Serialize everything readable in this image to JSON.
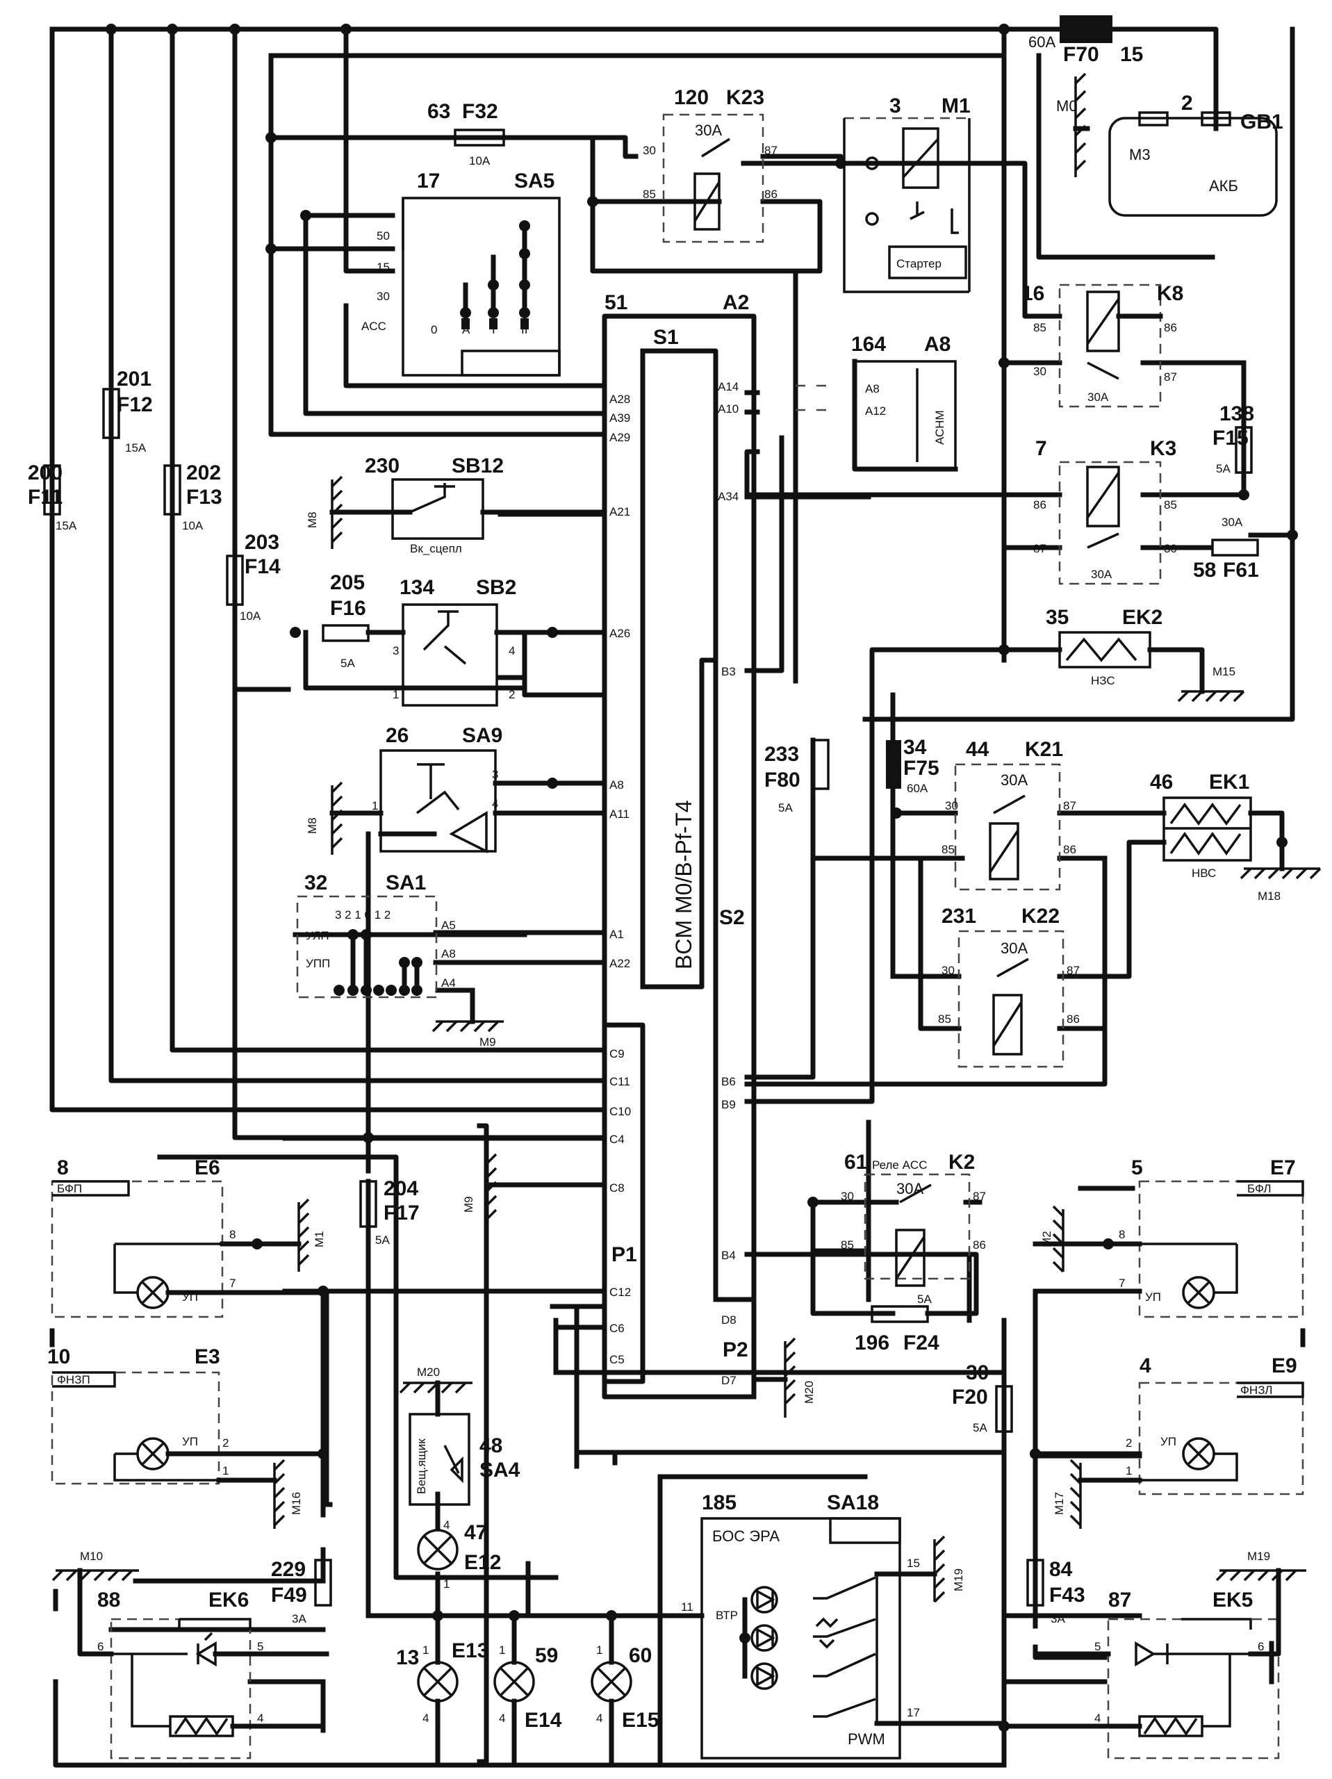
{
  "components": {
    "F70": {
      "num": "15",
      "ref": "F70",
      "rating": "60A"
    },
    "GB1": {
      "num": "2",
      "ref": "GB1",
      "text": "АКБ",
      "m3": "M3",
      "m0": "M0"
    },
    "K23": {
      "num": "120",
      "ref": "K23",
      "rating": "30A",
      "p30": "30",
      "p87": "87",
      "p85": "85",
      "p86": "86"
    },
    "M1": {
      "num": "3",
      "ref": "M1",
      "text": "Стартер"
    },
    "F32": {
      "num": "63",
      "ref": "F32",
      "rating": "10A"
    },
    "SA5": {
      "num": "17",
      "ref": "SA5",
      "p50": "50",
      "p15": "15",
      "p30": "30",
      "acc": "ACC",
      "pos0": "0",
      "posA": "A",
      "posI": "I",
      "posII": "II"
    },
    "A2": {
      "num": "51",
      "ref": "A2",
      "s1": "S1",
      "s2": "S2",
      "p1": "P1",
      "p2": "P2",
      "title": "BCM M0/B-Pf-T4"
    },
    "A8": {
      "num": "164",
      "ref": "A8",
      "text": "АСНМ",
      "pA8": "A8",
      "pA12": "A12"
    },
    "K8": {
      "num": "16",
      "ref": "K8",
      "rating": "30A",
      "p85": "85",
      "p86": "86",
      "p30": "30",
      "p87": "87"
    },
    "F15": {
      "num": "138",
      "ref": "F15",
      "rating": "5A"
    },
    "K3": {
      "num": "7",
      "ref": "K3",
      "rating": "30A",
      "p86": "86",
      "p85": "85",
      "p87": "87",
      "p30": "30"
    },
    "F61": {
      "num": "58",
      "ref": "F61",
      "rating": "30A"
    },
    "EK2": {
      "num": "35",
      "ref": "EK2",
      "text": "НЗС",
      "gnd": "M15"
    },
    "F11": {
      "num": "200",
      "ref": "F11",
      "rating": "15A"
    },
    "F12": {
      "num": "201",
      "ref": "F12",
      "rating": "15A"
    },
    "F13": {
      "num": "202",
      "ref": "F13",
      "rating": "10A"
    },
    "F14": {
      "num": "203",
      "ref": "F14",
      "rating": "10A"
    },
    "SB12": {
      "num": "230",
      "ref": "SB12",
      "text": "Вк_сцепл",
      "gnd": "M8"
    },
    "F16": {
      "num": "205",
      "ref": "F16",
      "rating": "5A"
    },
    "SB2": {
      "num": "134",
      "ref": "SB2",
      "p1": "1",
      "p2": "2",
      "p3": "3",
      "p4": "4"
    },
    "SA9": {
      "num": "26",
      "ref": "SA9",
      "p1": "1",
      "p3": "3",
      "p4": "4",
      "gnd": "M8"
    },
    "SA1": {
      "num": "32",
      "ref": "SA1",
      "scale": "3 2 1 0 1 2",
      "ulp": "УЛП",
      "upp": "УПП",
      "gnd": "M9",
      "a5": "A5",
      "a8": "A8",
      "a4": "A4"
    },
    "F80": {
      "num": "233",
      "ref": "F80",
      "rating": "5A"
    },
    "F75": {
      "num": "34",
      "ref": "F75",
      "rating": "60A"
    },
    "K21": {
      "num": "44",
      "ref": "K21",
      "rating": "30A",
      "p30": "30",
      "p87": "87",
      "p85": "85",
      "p86": "86"
    },
    "EK1": {
      "num": "46",
      "ref": "EK1",
      "text": "НВС",
      "gnd": "M18"
    },
    "K22": {
      "num": "231",
      "ref": "K22",
      "rating": "30A",
      "p30": "30",
      "p87": "87",
      "p85": "85",
      "p86": "86"
    },
    "K2": {
      "num": "61",
      "ref": "K2",
      "text": "Реле ACC",
      "rating": "30A",
      "p30": "30",
      "p87": "87",
      "p85": "85",
      "p86": "86"
    },
    "F24": {
      "num": "196",
      "ref": "F24",
      "rating": "5A"
    },
    "F17": {
      "num": "204",
      "ref": "F17",
      "rating": "5A"
    },
    "E6": {
      "num": "8",
      "ref": "E6",
      "text": "БФП",
      "up": "УП",
      "p8": "8",
      "p7": "7",
      "gnd": "M1"
    },
    "E7": {
      "num": "5",
      "ref": "E7",
      "text": "БФЛ",
      "up": "УП",
      "p8": "8",
      "p7": "7",
      "gnd": "M2"
    },
    "E3": {
      "num": "10",
      "ref": "E3",
      "text": "ФНЗП",
      "up": "УП",
      "p2": "2",
      "p1": "1",
      "gnd": "M16"
    },
    "E9": {
      "num": "4",
      "ref": "E9",
      "text": "ФНЗЛ",
      "up": "УП",
      "p2": "2",
      "p1": "1",
      "gnd": "M17"
    },
    "F20": {
      "num": "30",
      "ref": "F20",
      "rating": "5A"
    },
    "SA4": {
      "num": "48",
      "ref": "SA4",
      "text": "Вещ.ящик",
      "gnd": "M20"
    },
    "E12": {
      "num": "47",
      "ref": "E12",
      "p4": "4",
      "p1": "1"
    },
    "SA18": {
      "num": "185",
      "ref": "SA18",
      "text": "БОС ЭРА",
      "vtr": "ВТР",
      "pwm": "PWM",
      "p15": "15",
      "p11": "11",
      "p17": "17",
      "gnd": "M19"
    },
    "F49": {
      "num": "229",
      "ref": "F49",
      "rating": "3A"
    },
    "F43": {
      "num": "84",
      "ref": "F43",
      "rating": "3A"
    },
    "EK6": {
      "num": "88",
      "ref": "EK6",
      "gnd": "M10",
      "p6": "6",
      "p5": "5",
      "p4": "4"
    },
    "EK5": {
      "num": "87",
      "ref": "EK5",
      "gnd": "M19",
      "p5": "5",
      "p6": "6",
      "p4": "4"
    },
    "E13": {
      "num": "13",
      "ref": "E13",
      "p1": "1",
      "p4": "4"
    },
    "E14": {
      "num": "59",
      "ref": "E14",
      "p1": "1",
      "p4": "4"
    },
    "E15": {
      "num": "60",
      "ref": "E15",
      "p1": "1",
      "p4": "4"
    }
  },
  "bcm_pins": {
    "a28": "A28",
    "a39": "A39",
    "a29": "A29",
    "a21": "A21",
    "a26": "A26",
    "a8": "A8",
    "a11": "A11",
    "a1": "A1",
    "a22": "A22",
    "c9": "C9",
    "c11": "C11",
    "c10": "C10",
    "c4": "C4",
    "c8": "C8",
    "c12": "C12",
    "c6": "C6",
    "c5": "C5",
    "a14": "A14",
    "a10": "A10",
    "a34": "A34",
    "b3": "B3",
    "b6": "B6",
    "b9": "B9",
    "b4": "B4",
    "d8": "D8",
    "d7": "D7"
  },
  "grounds": {
    "m9": "M9",
    "m20a": "M20",
    "m20b": "M20"
  }
}
